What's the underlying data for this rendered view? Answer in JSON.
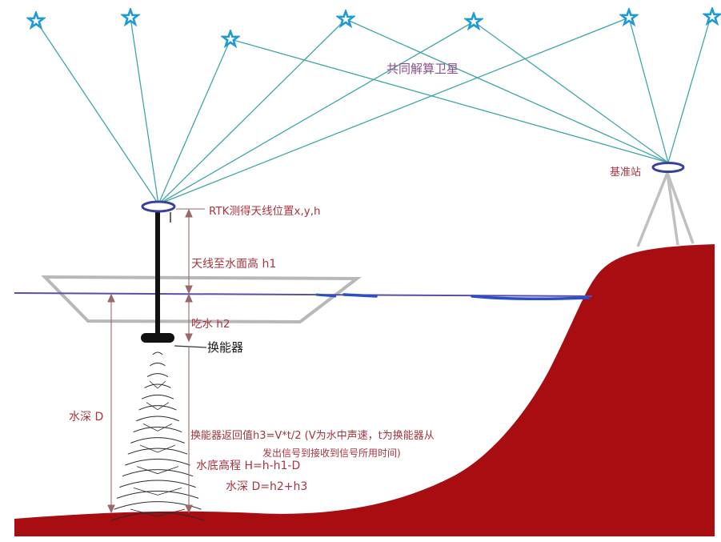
{
  "labels": {
    "satellites_caption": "共同解算卫星",
    "base_station": "基准站",
    "rtk": "RTK测得天线位置x,y,h",
    "antenna_height": "天线至水面高 h1",
    "draft": "吃水 h2",
    "transducer": "换能器",
    "depth_left": "水深 D",
    "echo_line1": "换能器返回值h3=V*t/2   (V为水中声速，t为换能器从",
    "echo_line2": "发出信号到接收到信号所用时间)",
    "bottom_elevation": "水底高程 H=h-h1-D",
    "depth_formula": "水深 D=h2+h3"
  },
  "colors": {
    "star": "#1e9bd6",
    "signal_line": "#3fa7a6",
    "antenna_ring": "#3b3f9e",
    "terrain": "#a80d12",
    "water": "#2b4fc8",
    "boat": "#b8b8b8",
    "label": "#a8343f",
    "dimension": "#9a6a6a"
  },
  "icons": {
    "satellite": "star-icon",
    "antenna": "antenna-ring-icon"
  }
}
